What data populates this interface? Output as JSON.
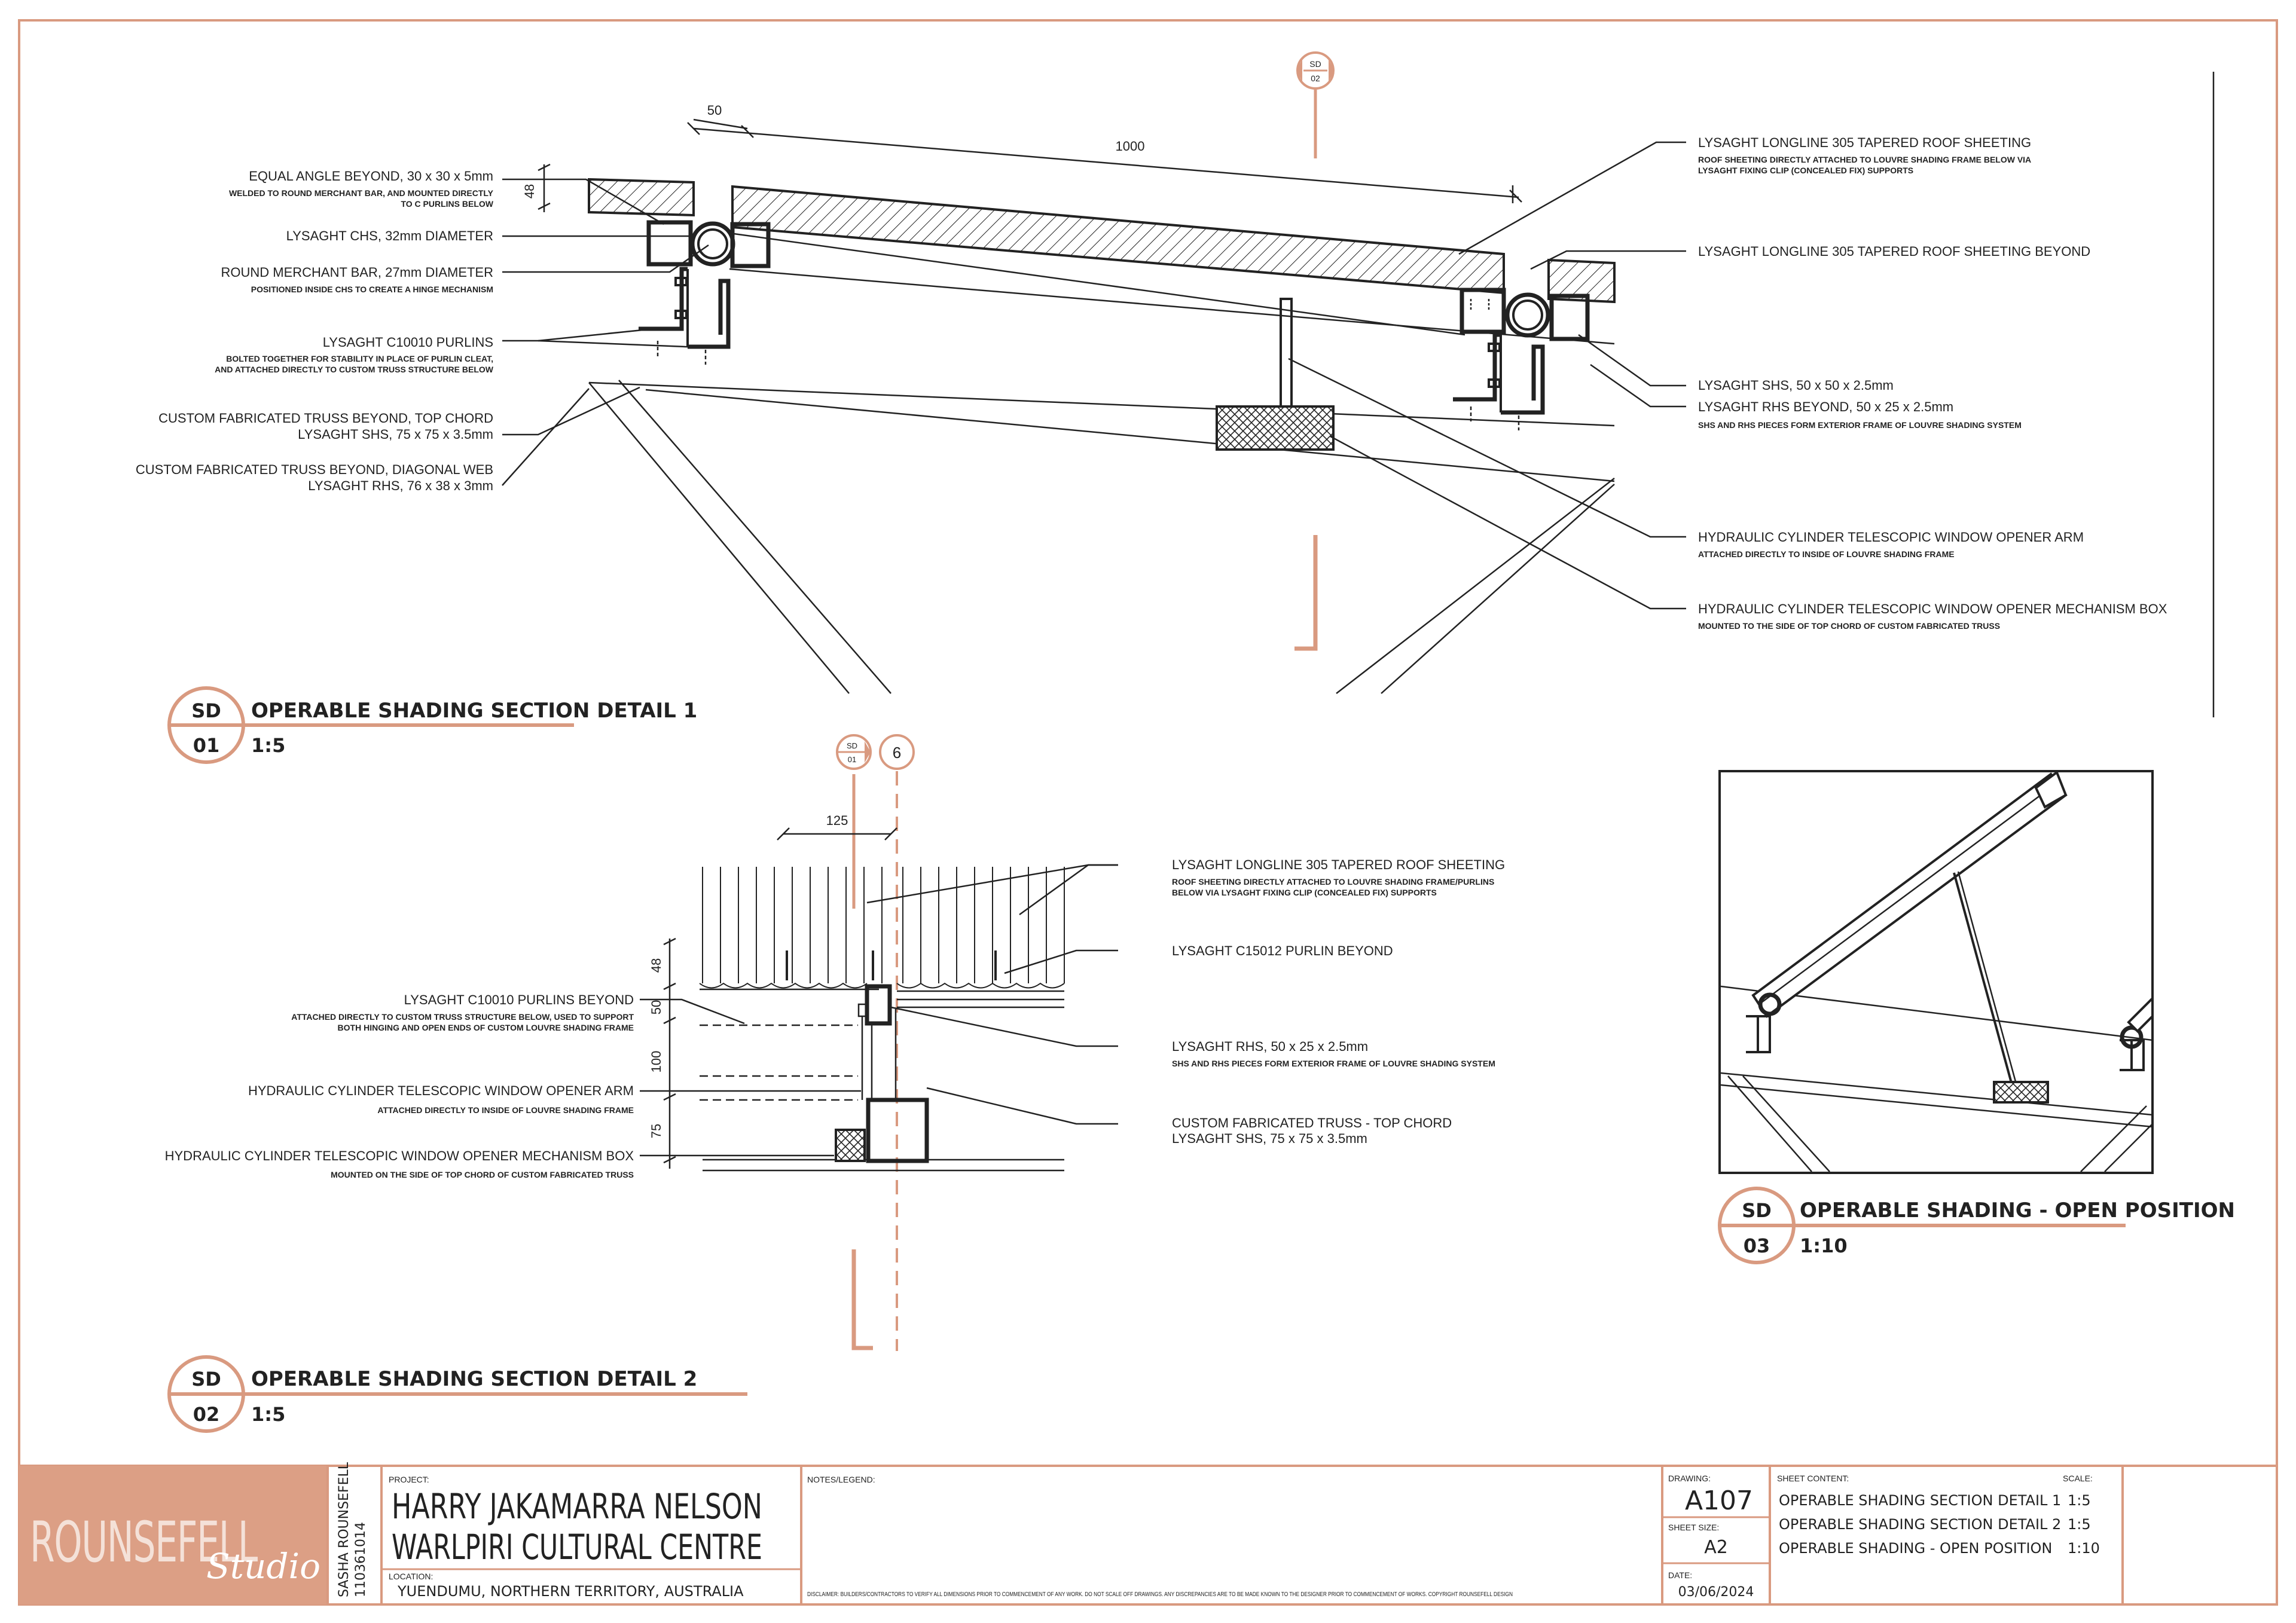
{
  "detail1": {
    "title": "OPERABLE SHADING SECTION DETAIL 1",
    "code": "SD",
    "number": "01",
    "scale": "1:5",
    "section_marker": {
      "top": "SD",
      "bottom": "02"
    },
    "dimensions": {
      "d50": "50",
      "d1000": "1000",
      "d48": "48"
    },
    "labels_left": [
      {
        "main": "EQUAL ANGLE BEYOND, 30 x 30 x 5mm",
        "sub": [
          "WELDED TO ROUND MERCHANT BAR, AND MOUNTED DIRECTLY",
          "TO C PURLINS BELOW"
        ]
      },
      {
        "main": "LYSAGHT CHS, 32mm DIAMETER",
        "sub": []
      },
      {
        "main": "ROUND MERCHANT BAR, 27mm DIAMETER",
        "sub": [
          "POSITIONED INSIDE CHS TO CREATE A HINGE MECHANISM"
        ]
      },
      {
        "main": "LYSAGHT C10010 PURLINS",
        "sub": [
          "BOLTED TOGETHER FOR STABILITY IN PLACE OF PURLIN CLEAT,",
          "AND ATTACHED DIRECTLY TO CUSTOM TRUSS STRUCTURE BELOW"
        ]
      },
      {
        "main": "CUSTOM FABRICATED TRUSS BEYOND, TOP CHORD",
        "main2": "LYSAGHT SHS, 75 x 75 x 3.5mm",
        "sub": []
      },
      {
        "main": "CUSTOM FABRICATED TRUSS BEYOND, DIAGONAL WEB",
        "main2": "LYSAGHT RHS, 76 x 38 x 3mm",
        "sub": []
      }
    ],
    "labels_right": [
      {
        "main": "LYSAGHT LONGLINE 305 TAPERED ROOF SHEETING",
        "sub": [
          "ROOF SHEETING DIRECTLY ATTACHED TO LOUVRE SHADING FRAME BELOW VIA",
          "LYSAGHT FIXING CLIP (CONCEALED FIX) SUPPORTS"
        ]
      },
      {
        "main": "LYSAGHT LONGLINE 305 TAPERED ROOF SHEETING BEYOND",
        "sub": []
      },
      {
        "main": "LYSAGHT SHS, 50 x 50 x 2.5mm",
        "sub": []
      },
      {
        "main": "LYSAGHT RHS BEYOND, 50 x 25 x 2.5mm",
        "sub": [
          "SHS AND RHS PIECES FORM EXTERIOR FRAME OF LOUVRE SHADING SYSTEM"
        ]
      },
      {
        "main": "HYDRAULIC CYLINDER TELESCOPIC WINDOW OPENER ARM",
        "sub": [
          "ATTACHED DIRECTLY TO INSIDE OF LOUVRE SHADING FRAME"
        ]
      },
      {
        "main": "HYDRAULIC CYLINDER TELESCOPIC WINDOW OPENER MECHANISM BOX",
        "sub": [
          "MOUNTED TO THE SIDE OF TOP CHORD OF CUSTOM FABRICATED TRUSS"
        ]
      }
    ]
  },
  "detail2": {
    "title": "OPERABLE SHADING SECTION DETAIL 2",
    "code": "SD",
    "number": "02",
    "scale": "1:5",
    "section_marker": {
      "top": "SD",
      "bottom": "01"
    },
    "grid_ref": "6",
    "dimensions": {
      "d125": "125",
      "d48": "48",
      "d50": "50",
      "d100": "100",
      "d75": "75"
    },
    "labels_left": [
      {
        "main": "LYSAGHT C10010 PURLINS BEYOND",
        "sub": [
          "ATTACHED DIRECTLY TO CUSTOM TRUSS STRUCTURE BELOW, USED TO SUPPORT",
          "BOTH HINGING AND OPEN ENDS OF CUSTOM LOUVRE SHADING FRAME"
        ]
      },
      {
        "main": "HYDRAULIC CYLINDER TELESCOPIC WINDOW OPENER ARM",
        "sub": [
          "ATTACHED DIRECTLY TO INSIDE OF LOUVRE SHADING FRAME"
        ]
      },
      {
        "main": "HYDRAULIC CYLINDER TELESCOPIC WINDOW OPENER MECHANISM BOX",
        "sub": [
          "MOUNTED ON THE SIDE OF TOP CHORD OF CUSTOM FABRICATED TRUSS"
        ]
      }
    ],
    "labels_right": [
      {
        "main": "LYSAGHT LONGLINE 305 TAPERED ROOF SHEETING",
        "sub": [
          "ROOF SHEETING DIRECTLY ATTACHED TO LOUVRE SHADING FRAME/PURLINS",
          "BELOW VIA LYSAGHT FIXING CLIP (CONCEALED FIX) SUPPORTS"
        ]
      },
      {
        "main": "LYSAGHT C15012 PURLIN BEYOND",
        "sub": []
      },
      {
        "main": "LYSAGHT RHS, 50 x 25 x 2.5mm",
        "sub": [
          "SHS AND RHS PIECES FORM EXTERIOR FRAME OF LOUVRE SHADING SYSTEM"
        ]
      },
      {
        "main": "CUSTOM FABRICATED TRUSS - TOP CHORD",
        "main2": "LYSAGHT SHS, 75 x 75 x 3.5mm",
        "sub": []
      }
    ]
  },
  "detail3": {
    "title": "OPERABLE SHADING - OPEN POSITION",
    "code": "SD",
    "number": "03",
    "scale": "1:10"
  },
  "title_block": {
    "logo_main": "ROUNSEFELL",
    "logo_script": "Studio",
    "designer": "SASHA ROUNSEFELL",
    "student_id": "110361014",
    "project_label": "PROJECT:",
    "project_line1": "HARRY JAKAMARRA NELSON",
    "project_line2": "WARLPIRI CULTURAL CENTRE",
    "location_label": "LOCATION:",
    "location": "YUENDUMU, NORTHERN TERRITORY, AUSTRALIA",
    "notes_label": "NOTES/LEGEND:",
    "disclaimer": "DISCLAIMER: BUILDERS/CONTRACTORS TO VERIFY ALL DIMENSIONS PRIOR TO COMMENCEMENT OF ANY WORK. DO NOT SCALE OFF DRAWINGS. ANY DISCREPANCIES ARE TO BE MADE KNOWN TO THE DESIGNER PRIOR TO COMMENCEMENT OF WORKS. COPYRIGHT ROUNSEFELL DESIGN",
    "drawing_label": "DRAWING:",
    "drawing": "A107",
    "sheet_size_label": "SHEET SIZE:",
    "sheet_size": "A2",
    "date_label": "DATE:",
    "date": "03/06/2024",
    "sheet_content_label": "SHEET CONTENT:",
    "scale_label": "SCALE:",
    "contents": [
      {
        "name": "OPERABLE SHADING SECTION DETAIL 1",
        "scale": "1:5"
      },
      {
        "name": "OPERABLE SHADING SECTION DETAIL 2",
        "scale": "1:5"
      },
      {
        "name": "OPERABLE SHADING - OPEN POSITION",
        "scale": "1:10"
      }
    ]
  },
  "colors": {
    "accent": "#d99a80",
    "accent_fill": "#dc9f85",
    "line": "#222222"
  }
}
